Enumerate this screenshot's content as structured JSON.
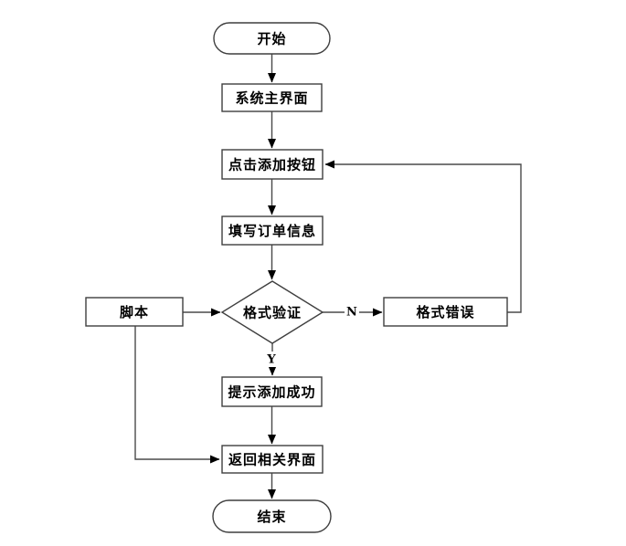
{
  "diagram": {
    "type": "flowchart",
    "background": "#ffffff",
    "colors": {
      "node_fill": "#ffffff",
      "node_border": "#3f3f3f",
      "line": "#4a4a4a",
      "arrowhead": "#000000",
      "text": "#000000"
    },
    "nodes": {
      "start": {
        "label": "开始",
        "shape": "terminator"
      },
      "main_ui": {
        "label": "系统主界面",
        "shape": "process"
      },
      "click_add": {
        "label": "点击添加按钮",
        "shape": "process"
      },
      "fill_order": {
        "label": "填写订单信息",
        "shape": "process"
      },
      "validate": {
        "label": "格式验证",
        "shape": "decision"
      },
      "script": {
        "label": "脚本",
        "shape": "process"
      },
      "format_error": {
        "label": "格式错误",
        "shape": "process"
      },
      "success_tip": {
        "label": "提示添加成功",
        "shape": "process"
      },
      "return_ui": {
        "label": "返回相关界面",
        "shape": "process"
      },
      "end": {
        "label": "结束",
        "shape": "terminator"
      }
    },
    "edge_labels": {
      "yes": "Y",
      "no": "N"
    },
    "edges": [
      {
        "from": "start",
        "to": "main_ui"
      },
      {
        "from": "main_ui",
        "to": "click_add"
      },
      {
        "from": "click_add",
        "to": "fill_order"
      },
      {
        "from": "fill_order",
        "to": "validate"
      },
      {
        "from": "validate",
        "to": "success_tip",
        "label": "Y"
      },
      {
        "from": "validate",
        "to": "format_error",
        "label": "N"
      },
      {
        "from": "format_error",
        "to": "click_add"
      },
      {
        "from": "script",
        "to": "validate"
      },
      {
        "from": "script",
        "to": "return_ui"
      },
      {
        "from": "success_tip",
        "to": "return_ui"
      },
      {
        "from": "return_ui",
        "to": "end"
      }
    ]
  }
}
